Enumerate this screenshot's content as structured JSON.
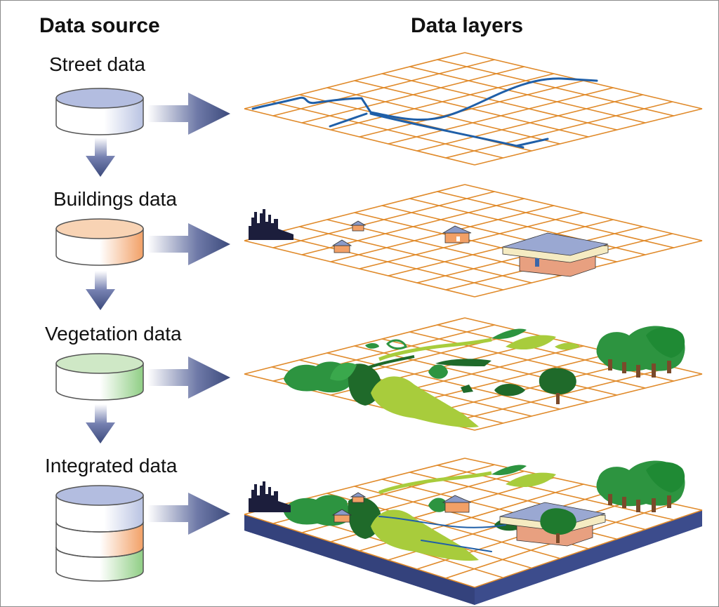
{
  "headers": {
    "data_source": "Data source",
    "data_layers": "Data layers"
  },
  "sources": [
    {
      "label": "Street data",
      "color": "#b9c3e2"
    },
    {
      "label": "Buildings data",
      "color": "#f2a066"
    },
    {
      "label": "Vegetation data",
      "color": "#8fce84"
    },
    {
      "label": "Integrated data",
      "color": ""
    }
  ],
  "colors": {
    "grid": "#e08a2a",
    "street": "#1f5fa8",
    "arrow": "#3c4a7c",
    "base": "#3c4c8c",
    "tree_dark": "#1f7a2e",
    "tree_mid": "#2d9440",
    "tree_light": "#a8cc3c",
    "skyline": "#1c1e3c"
  }
}
